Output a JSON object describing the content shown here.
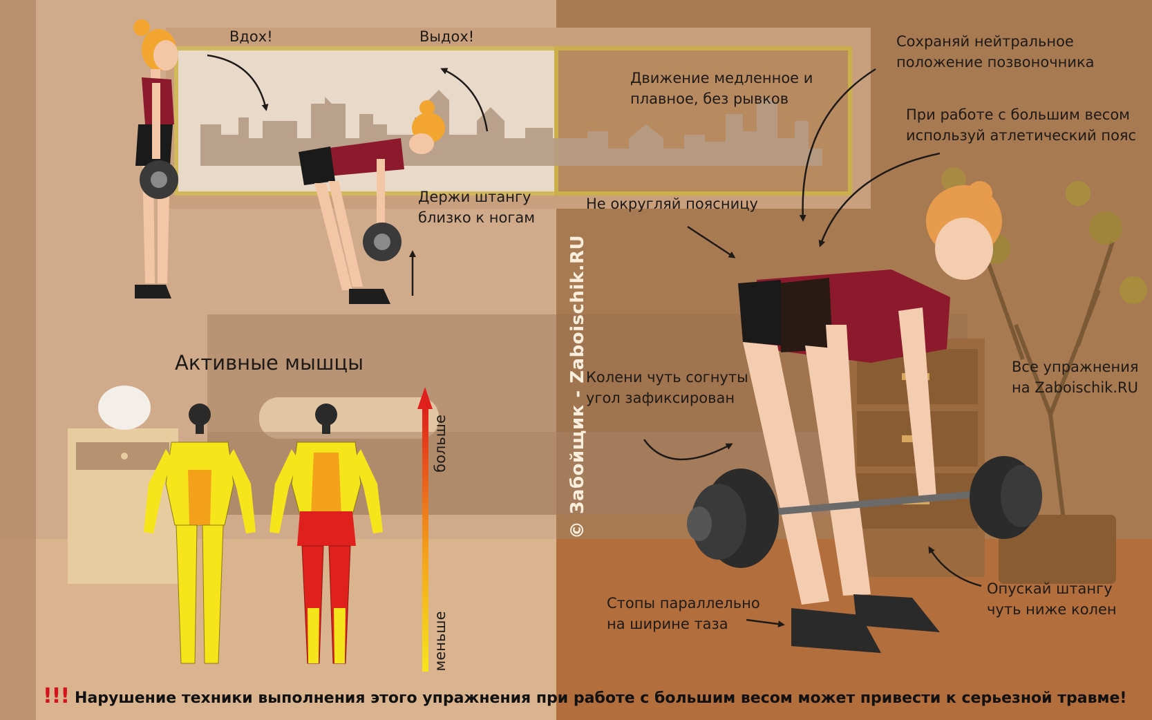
{
  "labels": {
    "inhale": "Вдох!",
    "exhale": "Выдох!",
    "slow_motion": [
      "Движение медленное и",
      "плавное, без рывков"
    ],
    "neutral_spine": [
      "Сохраняй нейтральное",
      "положение позвоночника"
    ],
    "belt": [
      "При работе с большим весом",
      "используй атлетический пояс"
    ],
    "keep_bar_close": [
      "Держи штангу",
      "близко к ногам"
    ],
    "no_round_back": "Не округляй поясницу",
    "knees_bent": [
      "Колени чуть согнуты",
      "угол зафиксирован"
    ],
    "all_exercises": [
      "Все упражнения",
      "на Zaboischik.RU"
    ],
    "lower_bar": [
      "Опускай штангу",
      "чуть ниже колен"
    ],
    "feet": [
      "Стопы параллельно",
      "на ширине таза"
    ]
  },
  "muscles": {
    "heading": "Активные мышцы",
    "scale_more": "больше",
    "scale_less": "меньше"
  },
  "watermark": "© Забойщик - Zaboischik.RU",
  "warning": {
    "marks": "!!!",
    "text": "Нарушение техники выполнения этого упражнения при работе с большим весом может привести к серьезной травме!"
  },
  "colors": {
    "wall_left": "#d7b69a",
    "wall_right": "#a87a52",
    "floor": "#b26e3c",
    "muscle_low": "#f7e51c",
    "muscle_mid": "#f3a11b",
    "muscle_high": "#e0201c",
    "top_red": "#8d1a2c",
    "warning_mark": "#d4141c"
  }
}
